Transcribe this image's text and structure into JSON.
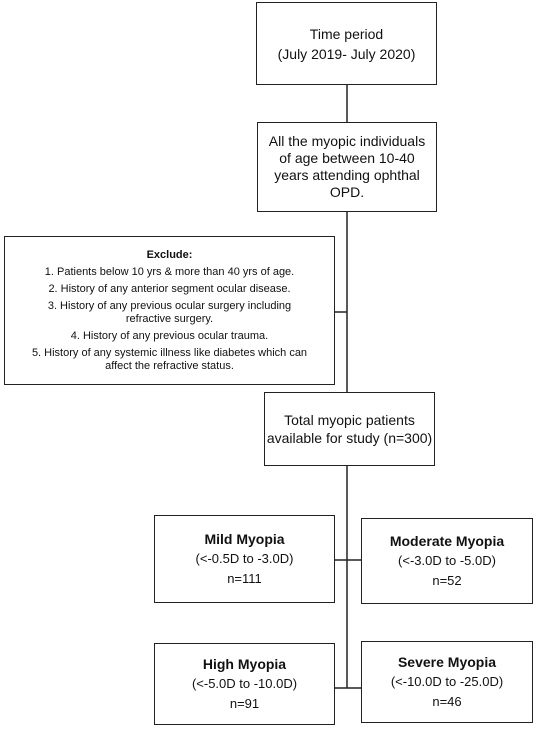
{
  "time_period": {
    "line1": "Time period",
    "line2": "(July 2019- July 2020)"
  },
  "population": {
    "lines": [
      "All the myopic individuals",
      "of age between 10-40",
      "years attending ophthal",
      "OPD."
    ]
  },
  "exclude": {
    "title": "Exclude:",
    "items": [
      [
        "1. Patients below 10 yrs & more than 40 yrs of age."
      ],
      [
        "2. History of any anterior segment ocular disease."
      ],
      [
        "3. History of any previous ocular surgery including",
        "refractive surgery."
      ],
      [
        "4. History of any previous ocular trauma."
      ],
      [
        "5. History of any systemic illness like diabetes which can",
        "affect the refractive status."
      ]
    ]
  },
  "total": {
    "line1": "Total myopic patients",
    "line2": "available for study (n=300)"
  },
  "groups": {
    "mild": {
      "name": "Mild Myopia",
      "range": "(<-0.5D to -3.0D)",
      "n": "n=111"
    },
    "moderate": {
      "name": "Moderate Myopia",
      "range": "(<-3.0D to -5.0D)",
      "n": "n=52"
    },
    "high": {
      "name": "High Myopia",
      "range": "(<-5.0D to -10.0D)",
      "n": "n=91"
    },
    "severe": {
      "name": "Severe Myopia",
      "range": "(<-10.0D to -25.0D)",
      "n": "n=46"
    }
  }
}
